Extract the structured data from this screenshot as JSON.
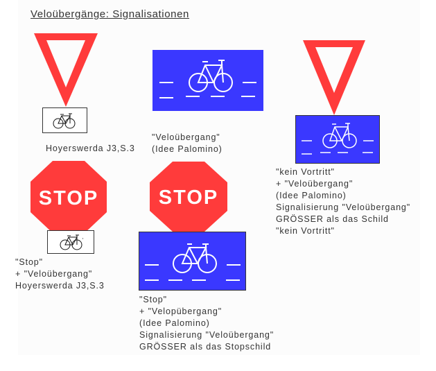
{
  "page": {
    "title": "Veloübergänge: Signalisationen"
  },
  "colors": {
    "sign_red": "#ff3b3b",
    "sign_blue": "#3a38ff",
    "line_white": "#ffffff"
  },
  "signs": [
    {
      "id": "yield-with-small-bike-plate",
      "main_sign": "yield-triangle",
      "plate": "small-white-bike-plate",
      "caption": [
        "Hoyerswerda J3,S.3"
      ]
    },
    {
      "id": "blue-veloubergang",
      "main_sign": "blue-bike-crossing",
      "caption": [
        "\"Veloübergang\"",
        "(Idee Palomino)"
      ]
    },
    {
      "id": "yield-with-blue-veloubergang",
      "main_sign": "yield-triangle",
      "plate": "blue-bike-crossing",
      "caption": [
        "\"kein Vortritt\"",
        "+ \"Veloübergang\"",
        "(Idee Palomino)",
        "Signalisierung \"Veloübergang\"",
        "GRÖSSER als das Schild",
        "\"kein Vortritt\""
      ]
    },
    {
      "id": "stop-with-small-bike-plate",
      "main_sign": "stop-octagon",
      "stop_label": "STOP",
      "plate": "small-white-bike-plate",
      "caption": [
        "\"Stop\"",
        "+ \"Veloübergang\"",
        "Hoyerswerda J3,S.3"
      ]
    },
    {
      "id": "stop-with-blue-veloubergang",
      "main_sign": "stop-octagon",
      "stop_label": "STOP",
      "plate": "blue-bike-crossing",
      "caption": [
        "\"Stop\"",
        "+ \"Velopübergang\"",
        "(Idee Palomino)",
        "Signalisierung \"Veloübergang\"",
        "GRÖSSER als das Stopschild"
      ]
    }
  ]
}
